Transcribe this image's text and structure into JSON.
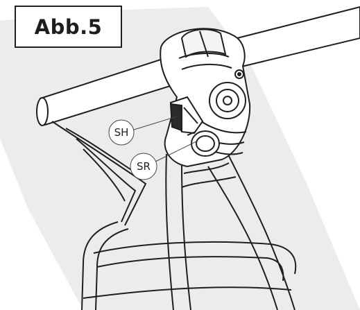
{
  "figure": {
    "label": "Abb.5"
  },
  "callouts": [
    {
      "id": "sh",
      "text": "SH"
    },
    {
      "id": "sr",
      "text": "SR"
    }
  ],
  "colors": {
    "line": "#1e1e1e",
    "background_shape": "#ececec",
    "part_fill": "#ffffff",
    "dark_part": "#2a2a2a"
  }
}
